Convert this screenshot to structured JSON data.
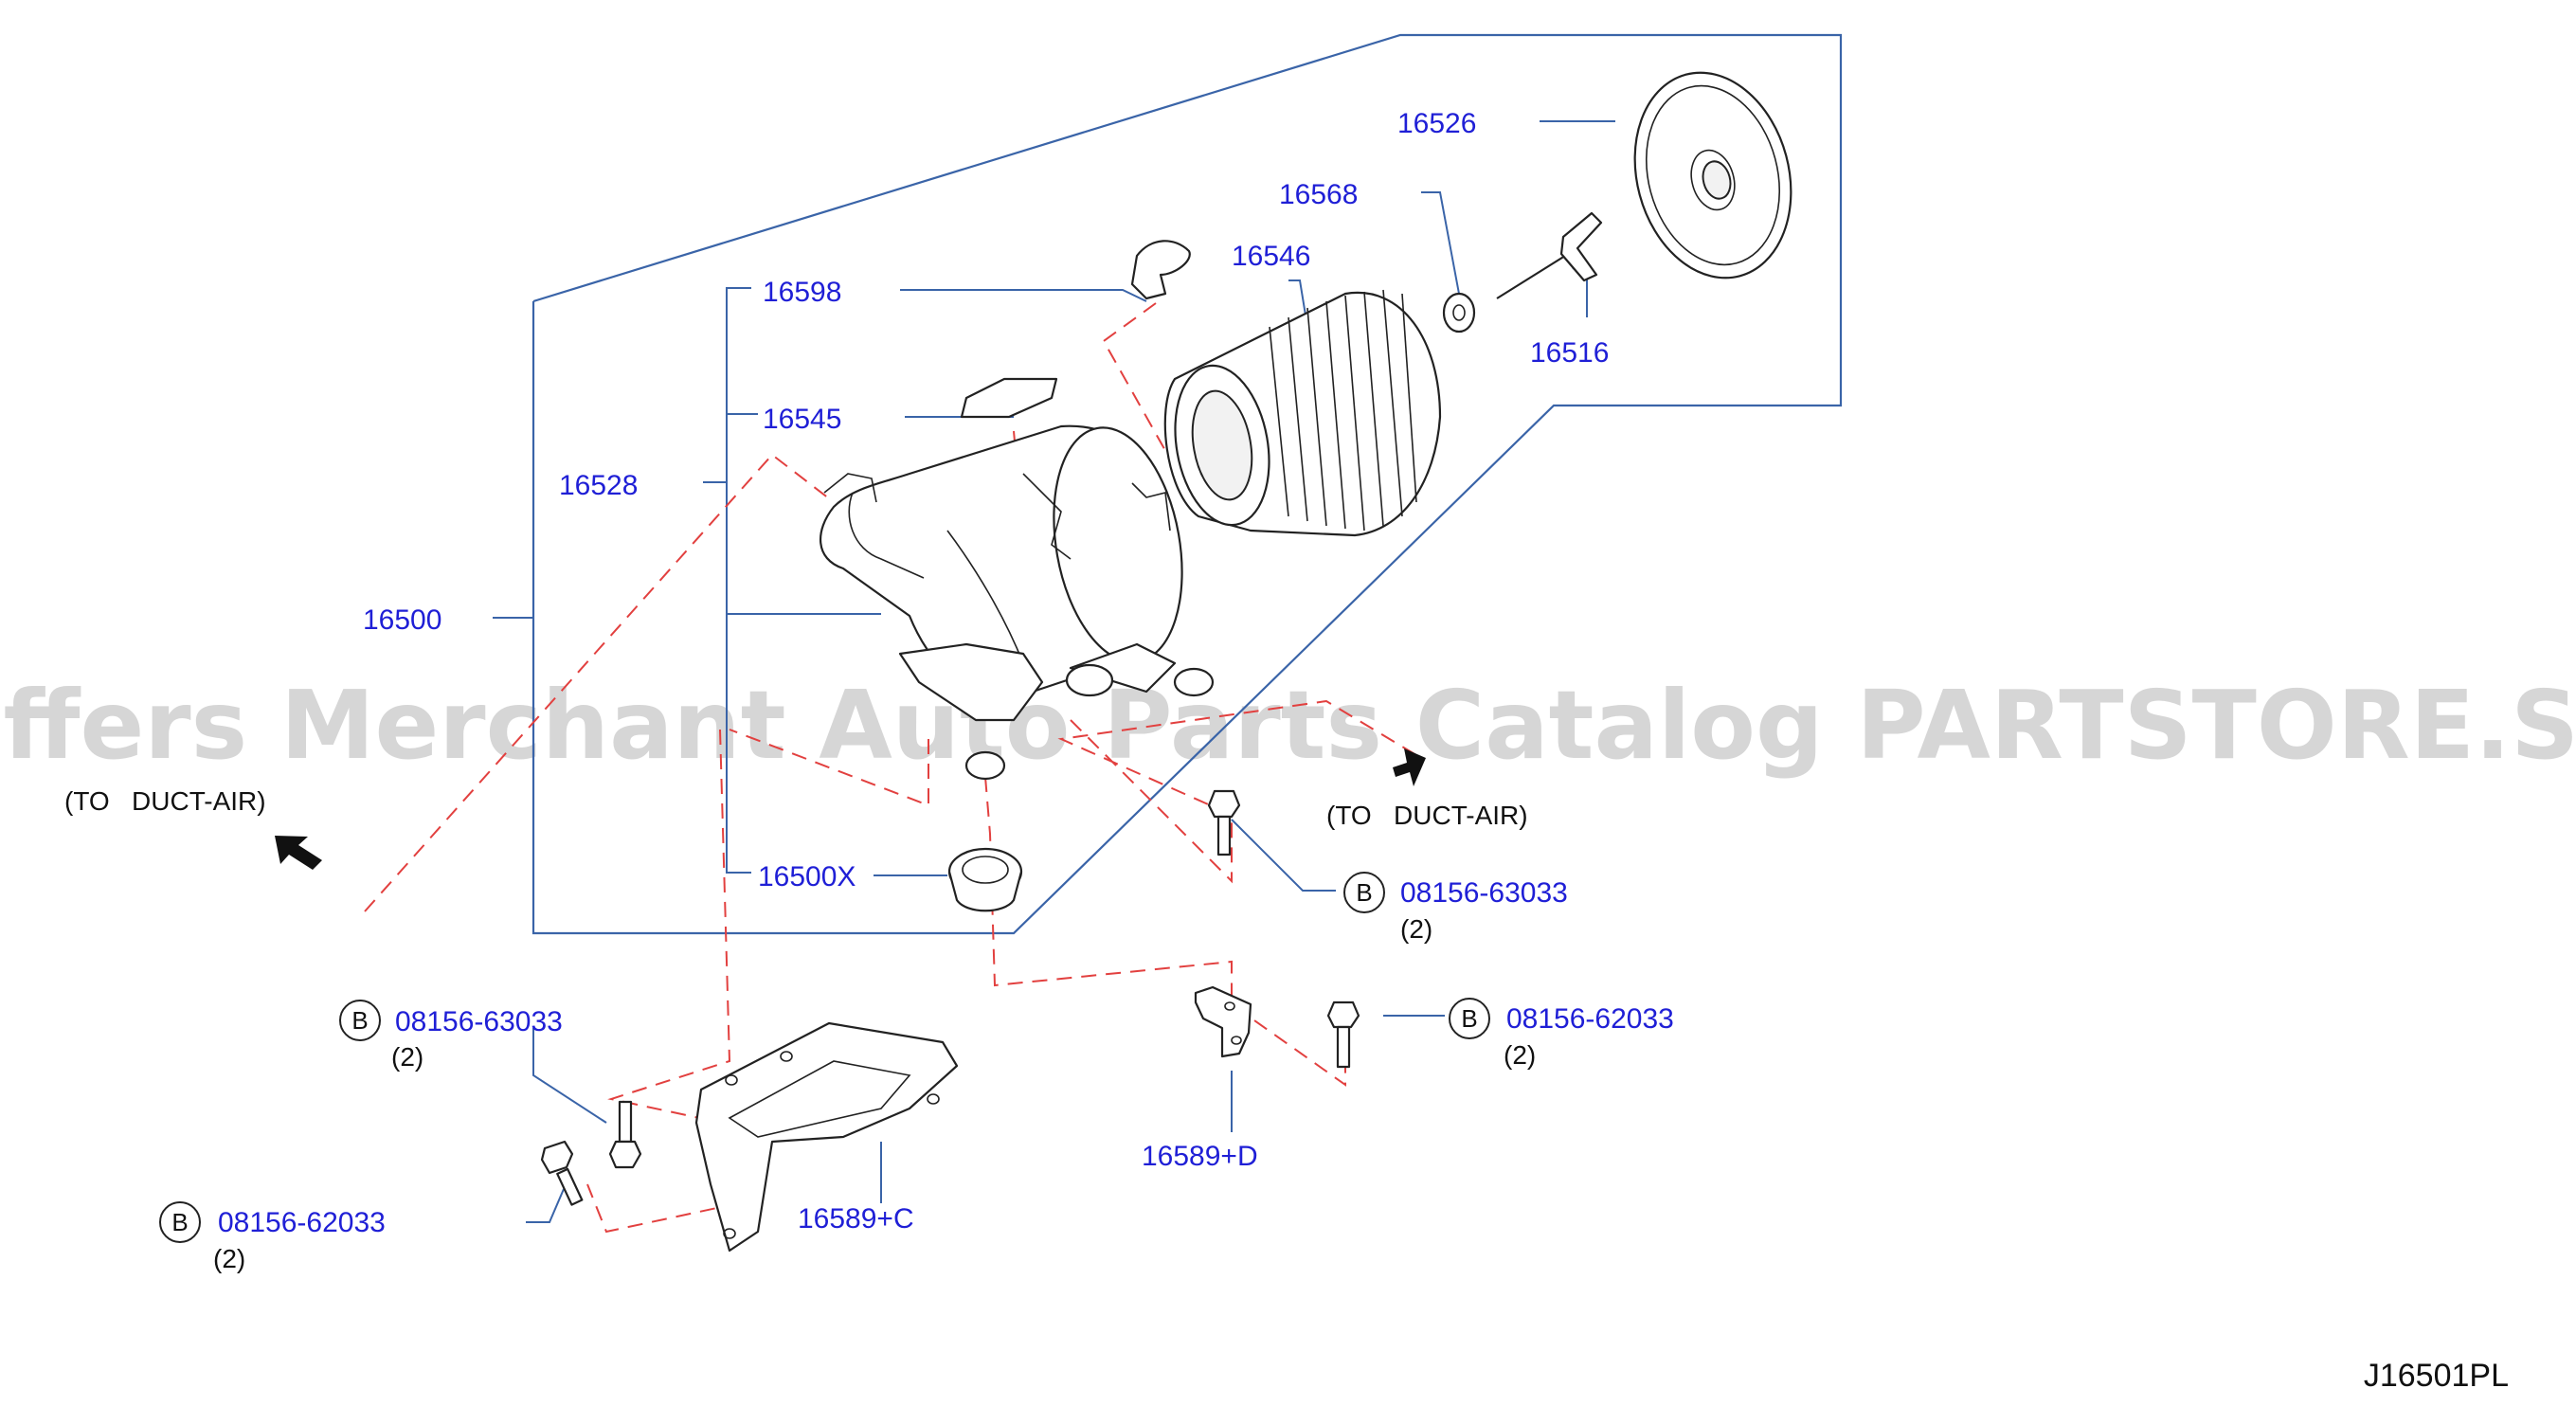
{
  "watermark": "Offers Merchant Auto Parts Catalog PARTSTORE.SA",
  "diagram_code": "J16501PL",
  "directions": {
    "left": "(TO   DUCT-AIR)",
    "right": "(TO   DUCT-AIR)"
  },
  "parts": {
    "p16526": "16526",
    "p16568": "16568",
    "p16546": "16546",
    "p16516": "16516",
    "p16598": "16598",
    "p16545": "16545",
    "p16528": "16528",
    "p16500": "16500",
    "p16500X": "16500X",
    "p16589C": "16589+C",
    "p16589D": "16589+D"
  },
  "bolts": [
    {
      "marker": "B",
      "number": "08156-63033",
      "qty": "(2)"
    },
    {
      "marker": "B",
      "number": "08156-63033",
      "qty": "(2)"
    },
    {
      "marker": "B",
      "number": "08156-62033",
      "qty": "(2)"
    },
    {
      "marker": "B",
      "number": "08156-62033",
      "qty": "(2)"
    }
  ]
}
